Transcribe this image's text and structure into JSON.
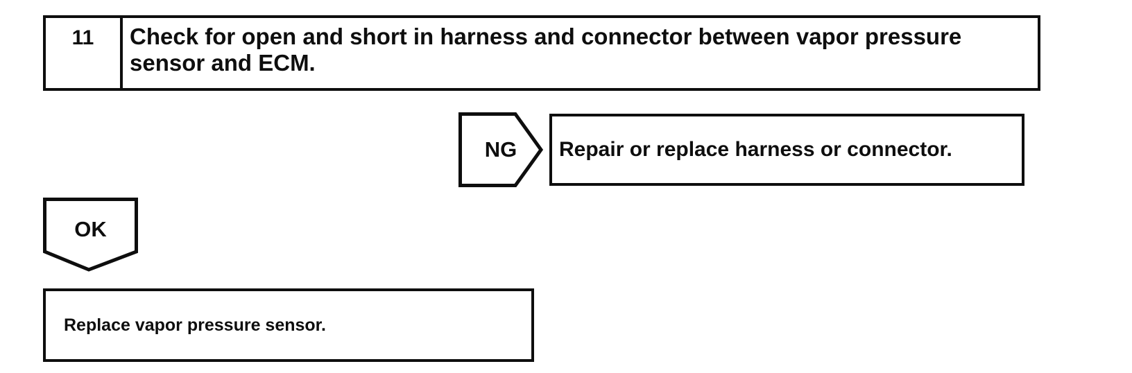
{
  "diagram": {
    "step_box": {
      "number": "11",
      "instruction": "Check for open and short in harness and connector between vapor pressure sensor and ECM."
    },
    "ng_branch": {
      "label": "NG",
      "action": "Repair or replace harness or connector."
    },
    "ok_branch": {
      "label": "OK",
      "action": "Replace vapor pressure sensor."
    },
    "colors": {
      "ink": "#0e0e0e",
      "paper": "#ffffff"
    }
  }
}
